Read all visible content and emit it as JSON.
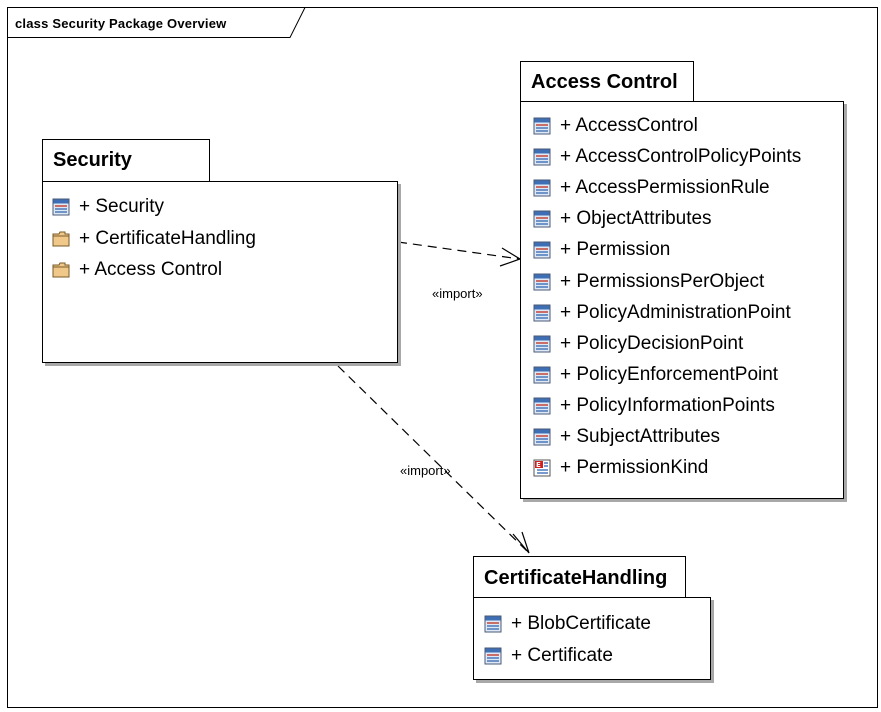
{
  "frame": {
    "title": "class Security Package Overview"
  },
  "packages": {
    "security": {
      "name": "Security",
      "items": [
        {
          "text": "+ Security",
          "icon": "class-icon"
        },
        {
          "text": "+ CertificateHandling",
          "icon": "folder-icon"
        },
        {
          "text": "+ Access Control",
          "icon": "folder-icon"
        }
      ]
    },
    "access_control": {
      "name": "Access Control",
      "items": [
        {
          "text": "+ AccessControl",
          "icon": "class-icon"
        },
        {
          "text": "+ AccessControlPolicyPoints",
          "icon": "class-icon"
        },
        {
          "text": "+ AccessPermissionRule",
          "icon": "class-icon"
        },
        {
          "text": "+ ObjectAttributes",
          "icon": "class-icon"
        },
        {
          "text": "+ Permission",
          "icon": "class-icon"
        },
        {
          "text": "+ PermissionsPerObject",
          "icon": "class-icon"
        },
        {
          "text": "+ PolicyAdministrationPoint",
          "icon": "class-icon"
        },
        {
          "text": "+ PolicyDecisionPoint",
          "icon": "class-icon"
        },
        {
          "text": "+ PolicyEnforcementPoint",
          "icon": "class-icon"
        },
        {
          "text": "+ PolicyInformationPoints",
          "icon": "class-icon"
        },
        {
          "text": "+ SubjectAttributes",
          "icon": "class-icon"
        },
        {
          "text": "+ PermissionKind",
          "icon": "enum-icon"
        }
      ]
    },
    "certificate_handling": {
      "name": "CertificateHandling",
      "items": [
        {
          "text": "+ BlobCertificate",
          "icon": "class-icon"
        },
        {
          "text": "+ Certificate",
          "icon": "class-icon"
        }
      ]
    }
  },
  "dependencies": [
    {
      "from": "Security",
      "to": "Access Control",
      "label": "«import»"
    },
    {
      "from": "Security",
      "to": "CertificateHandling",
      "label": "«import»"
    }
  ],
  "colors": {
    "line": "#000000",
    "shadow": "#a8a8a8",
    "class_icon_blue": "#3e6fb5",
    "class_icon_red": "#c0392b",
    "folder_fill": "#f0c98a",
    "enum_red": "#d02020"
  }
}
